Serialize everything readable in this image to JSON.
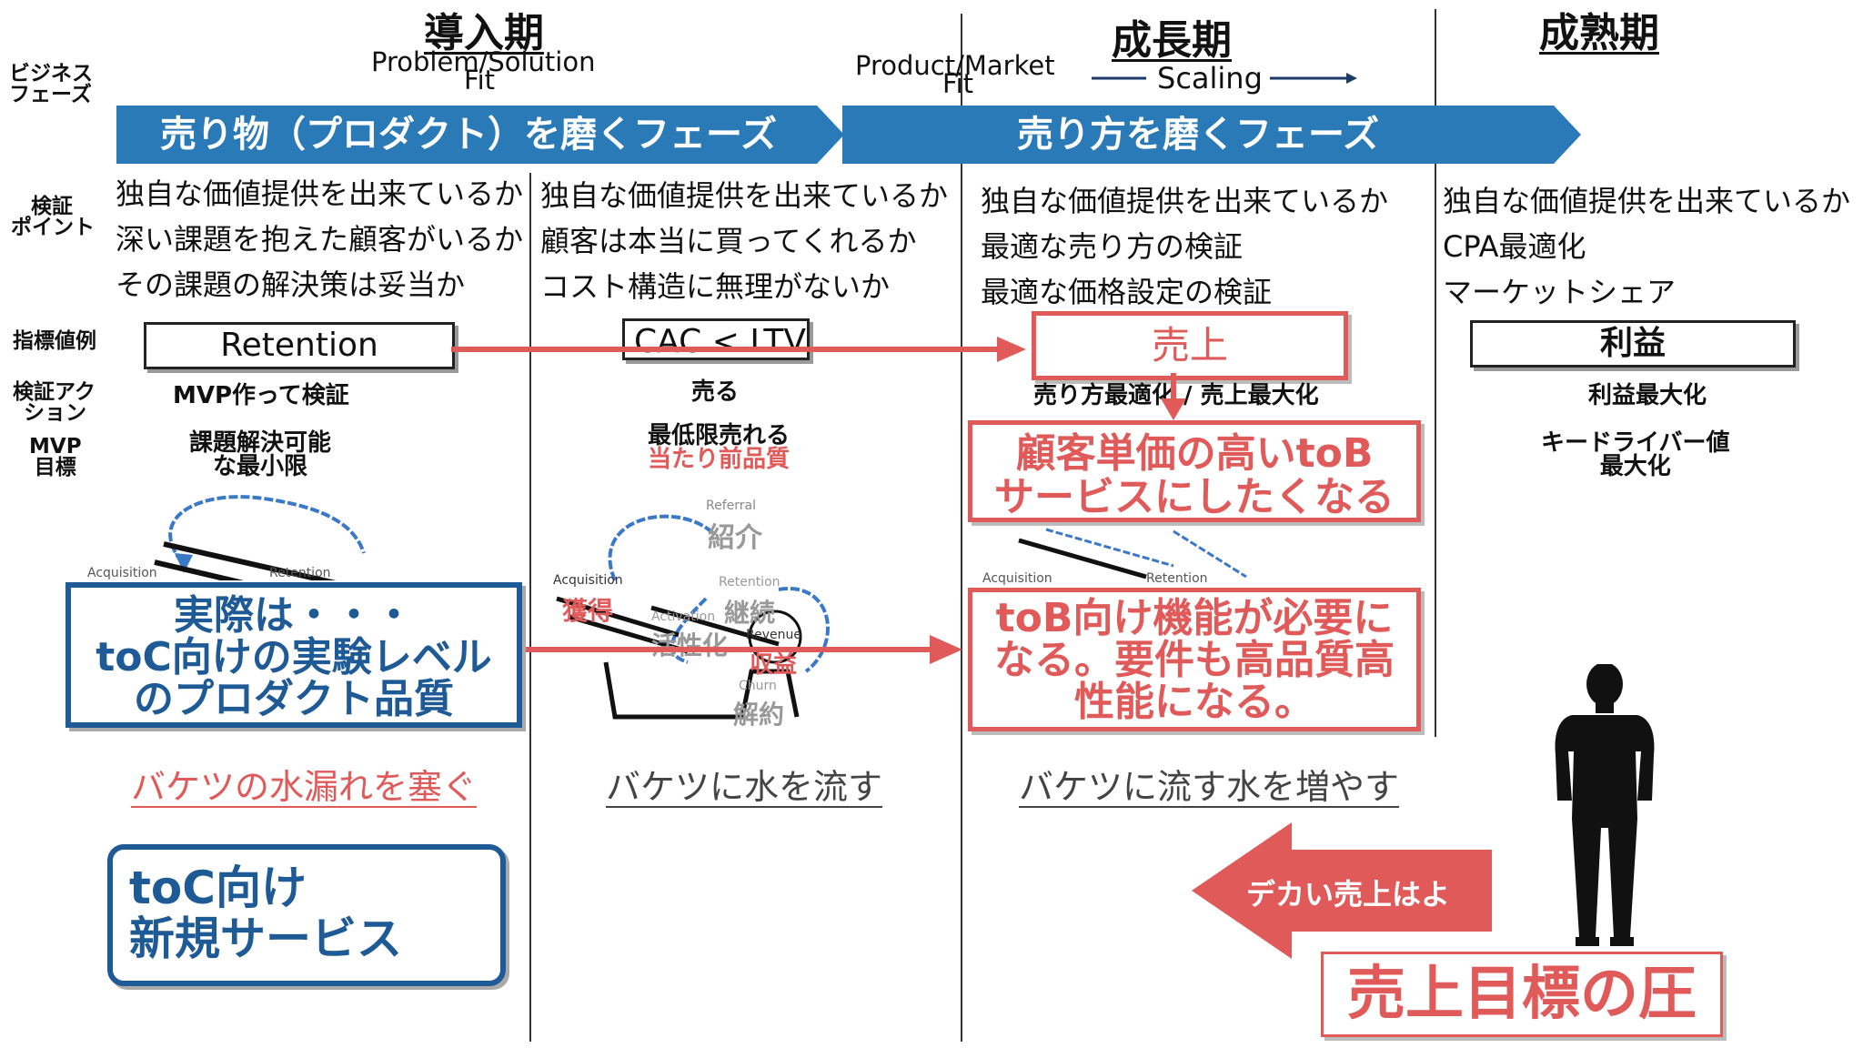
{
  "phases": {
    "intro": {
      "title": "導入期",
      "sub": "Problem/Solution",
      "sub2": "Fit"
    },
    "pmf": {
      "sub": "Product/Market",
      "sub2": "Fit"
    },
    "growth": {
      "title": "成長期",
      "scaling": "Scaling"
    },
    "mature": {
      "title": "成熟期"
    }
  },
  "row_labels": {
    "business_phase": [
      "ビジネス",
      "フェーズ"
    ],
    "verification_point": [
      "検証",
      "ポイント"
    ],
    "metric": "指標値例",
    "action": [
      "検証アク",
      "ション"
    ],
    "mvp": [
      "MVP",
      "目標"
    ]
  },
  "banners": {
    "left": "売り物（プロダクト）を磨くフェーズ",
    "right": "売り方を磨くフェーズ"
  },
  "points": {
    "col1": [
      "独自な価値提供を出来ているか",
      "深い課題を抱えた顧客がいるか",
      "その課題の解決策は妥当か"
    ],
    "col2": [
      "独自な価値提供を出来ているか",
      "顧客は本当に買ってくれるか",
      "コスト構造に無理がないか"
    ],
    "col3": [
      "独自な価値提供を出来ているか",
      "最適な売り方の検証",
      "最適な価格設定の検証"
    ],
    "col4": [
      "独自な価値提供を出来ているか",
      "CPA最適化",
      "マーケットシェア"
    ]
  },
  "metrics": {
    "col1": "Retention",
    "col2": "CAC < LTV",
    "col3": "売上",
    "col4": "利益"
  },
  "actions": {
    "col1": "MVP作って検証",
    "col2": "売る",
    "col3": "売り方最適化 / 売上最大化",
    "col4": "利益最大化"
  },
  "mvp_goals": {
    "col1": [
      "課題解決可能",
      "な最小限"
    ],
    "col2": [
      "最低限売れる",
      "当たり前品質"
    ],
    "col4": [
      "キードライバー値",
      "最大化"
    ]
  },
  "funnel": {
    "acquisition": "Acquisition",
    "retention": "Retention",
    "referral": "Referral",
    "referral_jp": "紹介",
    "acquisition_jp": "獲得",
    "activation": "Activation",
    "activation_jp": "活性化",
    "retention_jp": "継続",
    "revenue": "Revenue",
    "revenue_jp": "収益",
    "churn": "Churn",
    "churn_jp": "解約"
  },
  "callouts": {
    "toc_quality": [
      "実際は・・・",
      "toC向けの実験レベル",
      "のプロダクト品質"
    ],
    "high_price": [
      "顧客単価の高いtoB",
      "サービスにしたくなる"
    ],
    "tob_features": [
      "toB向け機能が必要に",
      "なる。要件も高品質高",
      "性能になる。"
    ],
    "toc_new": [
      "toC向け",
      "新規サービス"
    ],
    "pressure": "売上目標の圧",
    "big_sales": "デカい売上はよ"
  },
  "buckets": {
    "col1": "バケツの水漏れを塞ぐ",
    "col2": "バケツに水を流す",
    "col3": "バケツに流す水を増やす"
  },
  "colors": {
    "blue": "#2a7ab8",
    "dark_blue": "#1e5a96",
    "red": "#e05a5a"
  }
}
